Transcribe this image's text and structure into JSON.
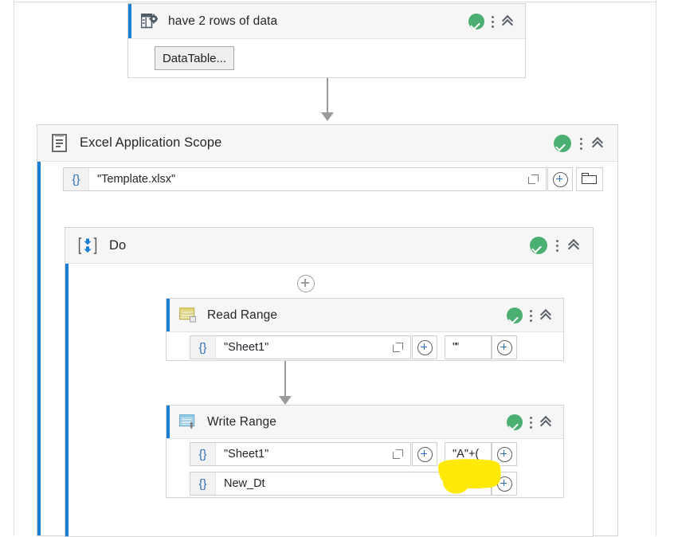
{
  "app": {
    "name": "UiPath Studio workflow designer canvas"
  },
  "activities": {
    "assert": {
      "title": "have 2 rows of data",
      "icon": "table-gear-icon",
      "status": "valid",
      "status_icon": "green-check-icon",
      "menu_icon": "kebab-menu-icon",
      "collapse_icon": "double-chevron-up-icon",
      "button_label": "DataTable..."
    },
    "excel_scope": {
      "title": "Excel Application Scope",
      "icon": "document-icon",
      "status_icon": "green-check-icon",
      "menu_icon": "kebab-menu-icon",
      "collapse_icon": "double-chevron-up-icon",
      "workbook_path": {
        "braces": "{}",
        "value": "\"Template.xlsx\"",
        "expand_icon": "expand-expression-icon",
        "plus_icon": "plus-circle-icon",
        "browse_icon": "folder-browse-icon"
      }
    },
    "do": {
      "title": "Do",
      "icon": "do-sequence-icon",
      "status_icon": "green-check-icon",
      "menu_icon": "kebab-menu-icon",
      "collapse_icon": "double-chevron-up-icon",
      "add_icon": "add-activity-icon"
    },
    "read_range": {
      "title": "Read Range",
      "icon": "read-range-sheet-icon",
      "status_icon": "green-check-icon",
      "menu_icon": "kebab-menu-icon",
      "collapse_icon": "double-chevron-up-icon",
      "sheet_name": {
        "braces": "{}",
        "value": "\"Sheet1\"",
        "expand_icon": "expand-expression-icon",
        "plus_icon": "plus-circle-icon"
      },
      "range": {
        "value": "\"\"",
        "plus_icon": "plus-circle-icon"
      }
    },
    "write_range": {
      "title": "Write Range",
      "icon": "write-range-sheet-icon",
      "status_icon": "green-check-icon",
      "menu_icon": "kebab-menu-icon",
      "collapse_icon": "double-chevron-up-icon",
      "sheet_name": {
        "braces": "{}",
        "value": "\"Sheet1\"",
        "expand_icon": "expand-expression-icon",
        "plus_icon": "plus-circle-icon"
      },
      "start_cell": {
        "value": "\"A\"+(",
        "highlighted": true,
        "plus_icon": "plus-circle-icon"
      },
      "data_table": {
        "braces": "{}",
        "value": "New_Dt",
        "expand_icon": "expand-expression-icon",
        "plus_icon": "plus-circle-icon"
      }
    }
  },
  "annotation": {
    "highlight_color": "#ffe800",
    "highlight_target": "\"A\"+("
  },
  "colors": {
    "accent_blue": "#1a7fd4",
    "status_green": "#4caf72",
    "connector_gray": "#9b9b9b",
    "header_gray": "#f6f6f6",
    "border_gray": "#d4d4d4",
    "expression_blue": "#2b6cb8",
    "highlighter_yellow": "#ffe800"
  }
}
